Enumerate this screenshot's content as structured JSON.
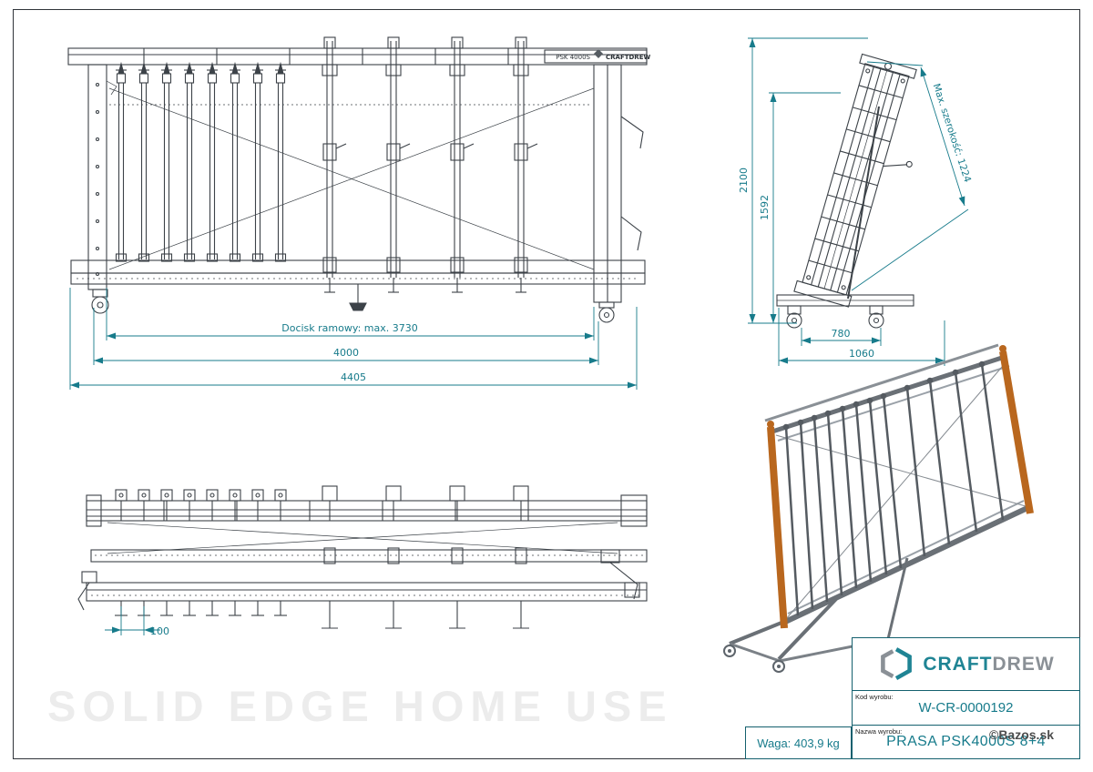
{
  "drawing": {
    "watermark": "SOLID EDGE HOME USE",
    "credit": "©Bazos.sk"
  },
  "front_view": {
    "nameplate_model": "PSK 4000S",
    "nameplate_brand": "CRAFTDREW",
    "dim_clamp": "Docisk ramowy: max. 3730",
    "dim_4000": "4000",
    "dim_4405": "4405"
  },
  "side_view": {
    "dim_2100": "2100",
    "dim_1592": "1592",
    "dim_max_width": "Max. szerokość: 1224",
    "dim_780": "780",
    "dim_1060": "1060"
  },
  "top_view": {
    "dim_100": "100"
  },
  "title_block": {
    "logo_craft": "CRAFT",
    "logo_drew": "DREW",
    "kod_label": "Kod wyrobu:",
    "kod_value": "W-CR-0000192",
    "nazwa_label": "Nazwa wyrobu:",
    "nazwa_value": "PRASA PSK4000S 8+4",
    "waga": "Waga: 403,9 kg"
  },
  "colors": {
    "dimension": "#177b8b",
    "line": "#3c4248",
    "accent_orange": "#b9671e",
    "logo_teal": "#1f8494",
    "logo_gray": "#8a9096"
  }
}
